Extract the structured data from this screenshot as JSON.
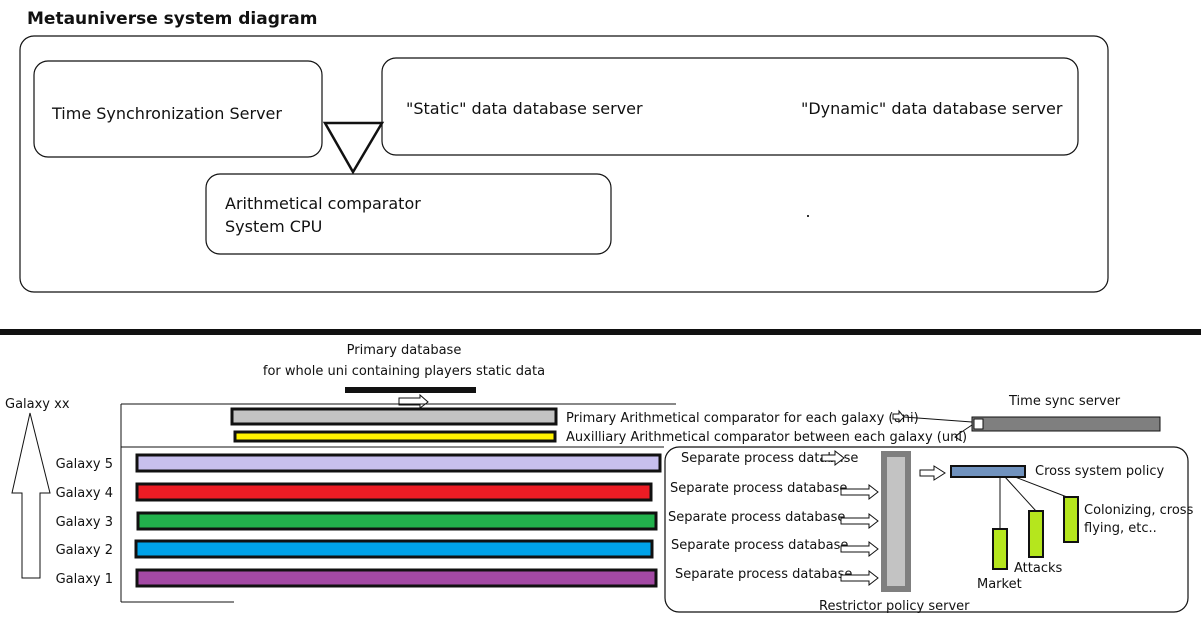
{
  "title": "Metauniverse system diagram",
  "top": {
    "time_sync": "Time Synchronization Server",
    "static_db": "\"Static\" data database server",
    "dynamic_db": "\"Dynamic\" data database server",
    "comparator_line1": "Arithmetical comparator",
    "comparator_line2": "System CPU"
  },
  "bottom": {
    "primary_db_line1": "Primary database",
    "primary_db_line2": "for whole uni containing players static data",
    "galaxy_xx": "Galaxy xx",
    "primary_comparator": "Primary Arithmetical comparator for each galaxy (uni)",
    "aux_comparator": "Auxilliary Arithmetical comparator between each galaxy (uni)",
    "time_sync_server": "Time sync server",
    "galaxies": [
      {
        "label": "Galaxy 5",
        "color": "#c8c0ee",
        "db_label": "Separate process database"
      },
      {
        "label": "Galaxy 4",
        "color": "#ec1c24",
        "db_label": "Separate process database"
      },
      {
        "label": "Galaxy 3",
        "color": "#22b14c",
        "db_label": "Separate process database"
      },
      {
        "label": "Galaxy 2",
        "color": "#00a2e8",
        "db_label": "Separate process database"
      },
      {
        "label": "Galaxy 1",
        "color": "#a349a4",
        "db_label": "Separate process database"
      }
    ],
    "restrictor": "Restrictor policy server",
    "cross_policy": "Cross system policy",
    "colonizing_line1": "Colonizing, cross",
    "colonizing_line2": "flying, etc..",
    "attacks": "Attacks",
    "market": "Market"
  },
  "colors": {
    "primary_bar": "#c3c3c3",
    "aux_bar": "#fff200",
    "policy_bar": "#7092be",
    "policy_leaf": "#b5e61d",
    "restrictor": "#7f7f7f"
  }
}
